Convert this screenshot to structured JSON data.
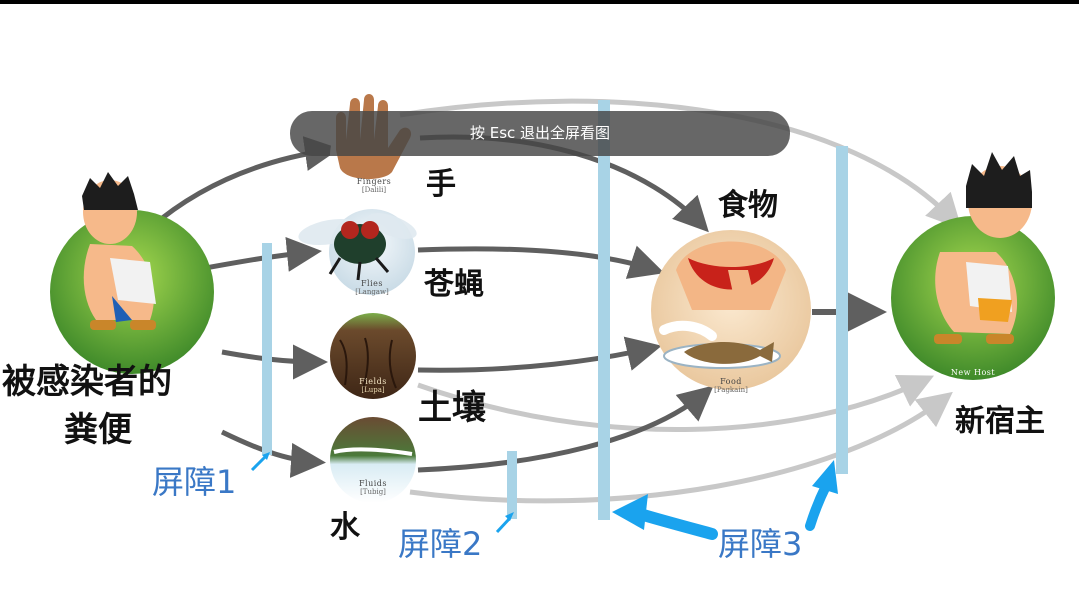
{
  "toast": {
    "text": "按 Esc 退出全屏看图"
  },
  "nodes": {
    "source": {
      "line1": "被感染者的",
      "line2": "粪便"
    },
    "fingers": {
      "label": "手",
      "caption_en": "Fingers",
      "caption_sub": "[Dalili]"
    },
    "flies": {
      "label": "苍蝇",
      "caption_en": "Flies",
      "caption_sub": "[Langaw]"
    },
    "fields": {
      "label": "土壤",
      "caption_en": "Fields",
      "caption_sub": "[Lupa]"
    },
    "fluids": {
      "label": "水",
      "caption_en": "Fluids",
      "caption_sub": "[Tubig]"
    },
    "food": {
      "label": "食物",
      "caption_en": "Food",
      "caption_sub": "[Pagkain]"
    },
    "host": {
      "label": "新宿主",
      "caption_en": "New Host"
    }
  },
  "barriers": [
    "屏障1",
    "屏障2",
    "屏障3"
  ],
  "colors": {
    "barrier_bar": "#a8d3e6",
    "barrier_text": "#3a78c6",
    "dark_arrow": "#5f5f5f",
    "light_arrow": "#c8c8c8",
    "pointer_arrow": "#1aa3ee"
  }
}
